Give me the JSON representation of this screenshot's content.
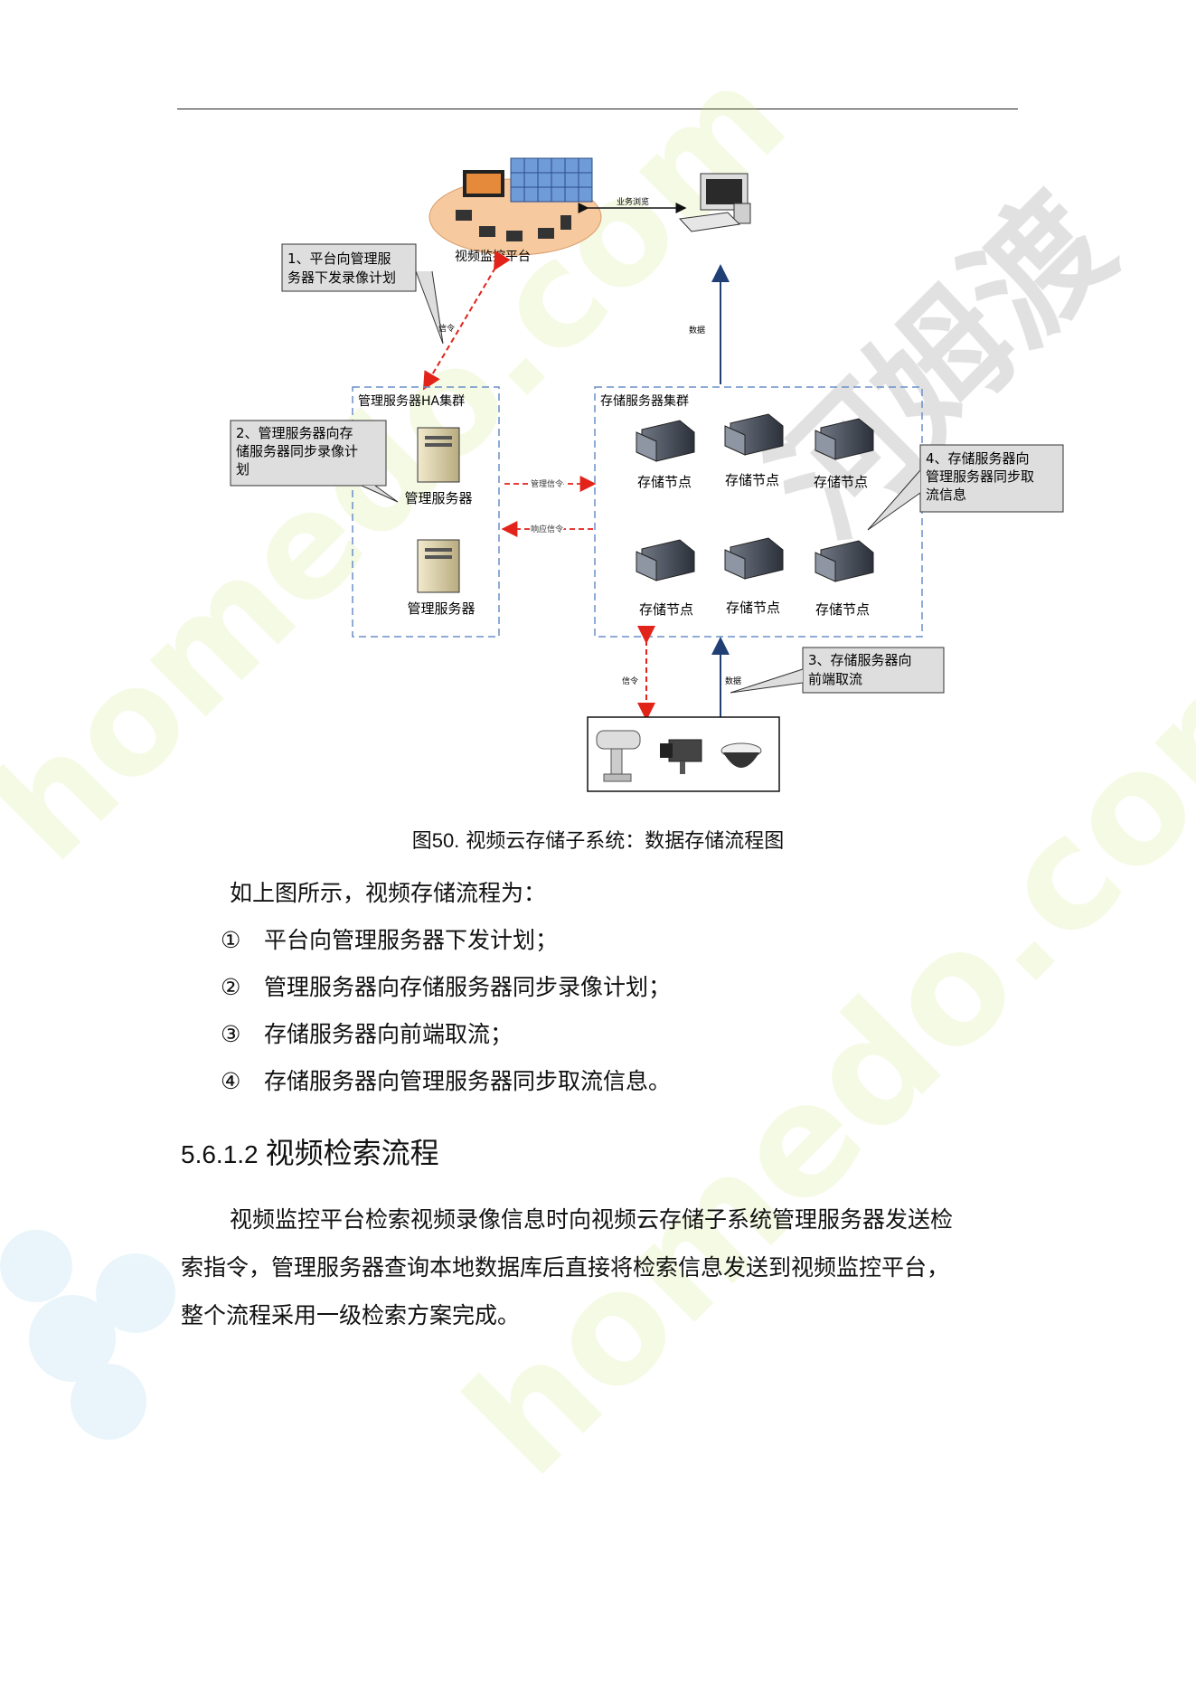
{
  "diagram": {
    "platform_label": "视频监控平台",
    "business_browse_label": "业务浏览",
    "signal_label_top": "信令",
    "data_label_top": "数据",
    "mgmt_cluster_title": "管理服务器HA集群",
    "storage_cluster_title": "存储服务器集群",
    "mgmt_server_label_1": "管理服务器",
    "mgmt_server_label_2": "管理服务器",
    "mgmt_signal_label": "管理信令",
    "response_signal_label": "响应信令",
    "storage_nodes": [
      "存储节点",
      "存储节点",
      "存储节点",
      "存储节点",
      "存储节点",
      "存储节点"
    ],
    "signal_label_bottom": "信令",
    "data_label_bottom": "数据",
    "callout_1": [
      "1、平台向管理服",
      "务器下发录像计划"
    ],
    "callout_2": [
      "2、管理服务器向存",
      "储服务器同步录像计",
      "划"
    ],
    "callout_3": [
      "3、存储服务器向",
      "前端取流"
    ],
    "callout_4": [
      "4、存储服务器向",
      "管理服务器同步取",
      "流信息"
    ]
  },
  "caption": {
    "prefix": "图",
    "number": "50.",
    "text": "视频云存储子系统：数据存储流程图"
  },
  "intro": "如上图所示，视频存储流程为：",
  "steps": [
    {
      "mark": "①",
      "text": "平台向管理服务器下发计划；"
    },
    {
      "mark": "②",
      "text": "管理服务器向存储服务器同步录像计划；"
    },
    {
      "mark": "③",
      "text": "存储服务器向前端取流；"
    },
    {
      "mark": "④",
      "text": "存储服务器向管理服务器同步取流信息。"
    }
  ],
  "section": {
    "number": "5.6.1.2",
    "title": "视频检索流程"
  },
  "body_lines": [
    "视频监控平台检索视频录像信息时向视频云存储子系统管理服务器发送检",
    "索指令，管理服务器查询本地数据库后直接将检索信息发送到视频监控平台，",
    "整个流程采用一级检索方案完成。"
  ],
  "watermark": {
    "text_1": "homedo.com",
    "text_2": "homedo.com",
    "brand": "河姆渡"
  }
}
